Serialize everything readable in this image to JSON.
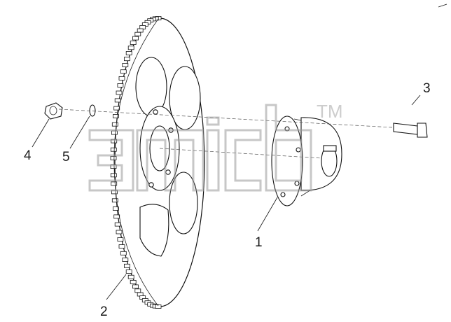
{
  "diagram": {
    "callouts": [
      {
        "id": "1",
        "label": "1"
      },
      {
        "id": "2",
        "label": "2"
      },
      {
        "id": "3",
        "label": "3"
      },
      {
        "id": "4",
        "label": "4"
      },
      {
        "id": "5",
        "label": "5"
      }
    ],
    "watermark": {
      "trademark": "TM"
    },
    "colors": {
      "line": "#111111",
      "watermark": "#a6a6a6",
      "background": "#ffffff"
    }
  }
}
